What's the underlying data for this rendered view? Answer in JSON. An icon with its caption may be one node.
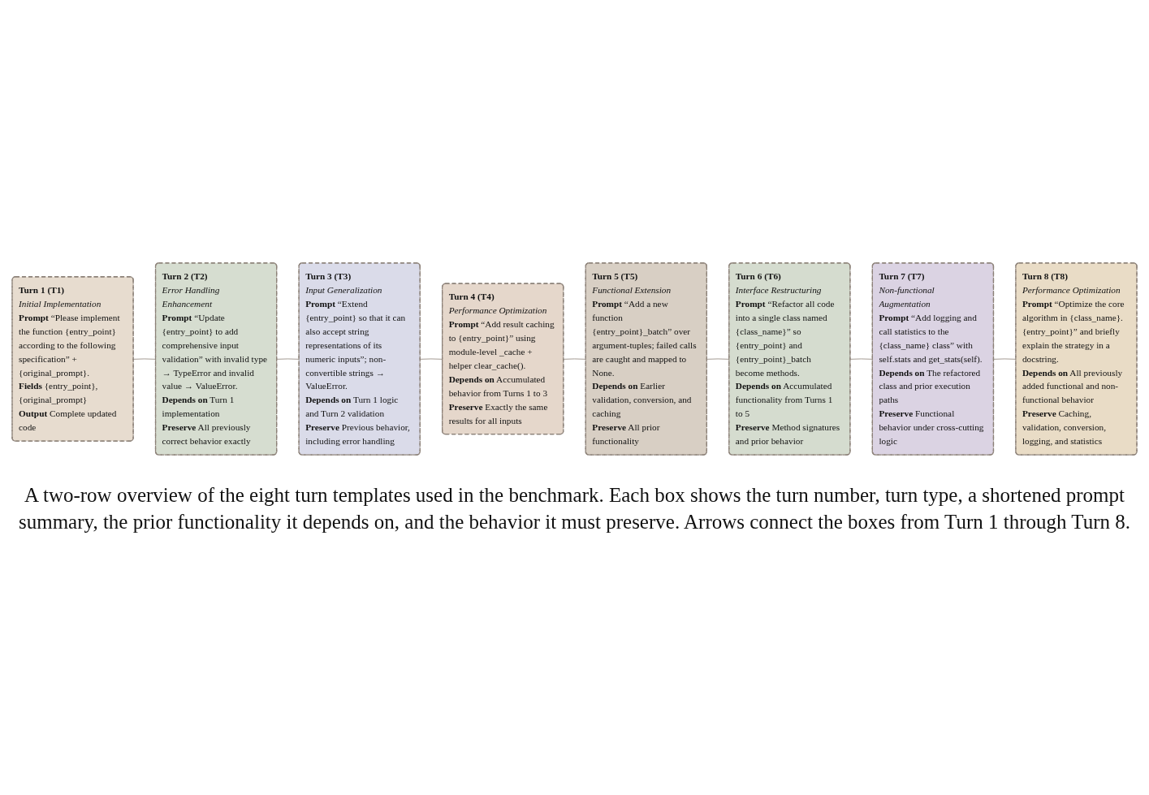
{
  "diagram": {
    "caption": "A two-row overview of the eight turn templates used in the benchmark. Each box shows the turn number, turn type, a shortened prompt summary, the prior functionality it depends on, and the behavior it must preserve. Arrows connect the boxes from Turn 1 through Turn 8.",
    "nodes": [
      {
        "text": [
          "Turn 1 (T1)",
          "Initial Implementation",
          "**Prompt** “Please implement the function {entry_point} according to the following specification” + {original_prompt}.",
          "**Fields** {entry_point}, {original_prompt}",
          "**Output** Complete updated code"
        ]
      },
      {
        "text": [
          "Turn 2 (T2)",
          "Error Handling Enhancement",
          "**Prompt** “Update {entry_point} to add comprehensive input validation” with invalid type → TypeError and invalid value → ValueError.",
          "**Depends on** Turn 1 implementation",
          "**Preserve** All previously correct behavior exactly"
        ]
      },
      {
        "text": [
          "Turn 3 (T3)",
          "Input Generalization",
          "**Prompt** “Extend {entry_point} so that it can also accept string representations of its numeric inputs”; non-convertible strings → ValueError.",
          "**Depends on** Turn 1 logic and Turn 2 validation",
          "**Preserve** Previous behavior, including error handling"
        ]
      },
      {
        "text": [
          "Turn 4 (T4)",
          "Performance Optimization",
          "**Prompt** “Add result caching to {entry_point}” using module-level _cache + helper clear_cache().",
          "**Depends on** Accumulated behavior from Turns 1 to 3",
          "**Preserve** Exactly the same results for all inputs"
        ]
      },
      {
        "text": [
          "Turn 5 (T5)",
          "Functional Extension",
          "**Prompt** “Add a new function {entry_point}_batch” over argument-tuples; failed calls are caught and mapped to None.",
          "**Depends on** Earlier validation, conversion, and caching",
          "**Preserve** All prior functionality"
        ]
      },
      {
        "text": [
          "Turn 6 (T6)",
          "Interface Restructuring",
          "**Prompt** “Refactor all code into a single class named {class_name}” so {entry_point} and {entry_point}_batch become methods.",
          "**Depends on** Accumulated functionality from Turns 1 to 5",
          "**Preserve** Method signatures and prior behavior"
        ]
      },
      {
        "text": [
          "Turn 7 (T7)",
          "Non-functional Augmentation",
          "**Prompt** “Add logging and call statistics to the {class_name} class” with self.stats and get_stats(self).",
          "**Depends on** The refactored class and prior execution paths",
          "**Preserve** Functional behavior under cross-cutting logic"
        ]
      },
      {
        "text": [
          "Turn 8 (T8)",
          "Performance Optimization",
          "**Prompt** “Optimize the core algorithm in {class_name}.{entry_point}” and briefly explain the strategy in a docstring.",
          "**Depends on** All previously added functional and non-functional behavior",
          "**Preserve** Caching, validation, conversion, logging, and statistics"
        ]
      }
    ],
    "edges": [
      {
        "from": 0,
        "to": 1,
        "arrow": "none"
      },
      {
        "from": 1,
        "to": 2,
        "arrow": "none"
      },
      {
        "from": 2,
        "to": 3,
        "arrow": "none"
      },
      {
        "from": 3,
        "to": 4,
        "arrow": "none"
      },
      {
        "from": 4,
        "to": 5,
        "arrow": "none"
      },
      {
        "from": 5,
        "to": 6,
        "arrow": "none"
      },
      {
        "from": 6,
        "to": 7,
        "arrow": "none"
      }
    ]
  }
}
